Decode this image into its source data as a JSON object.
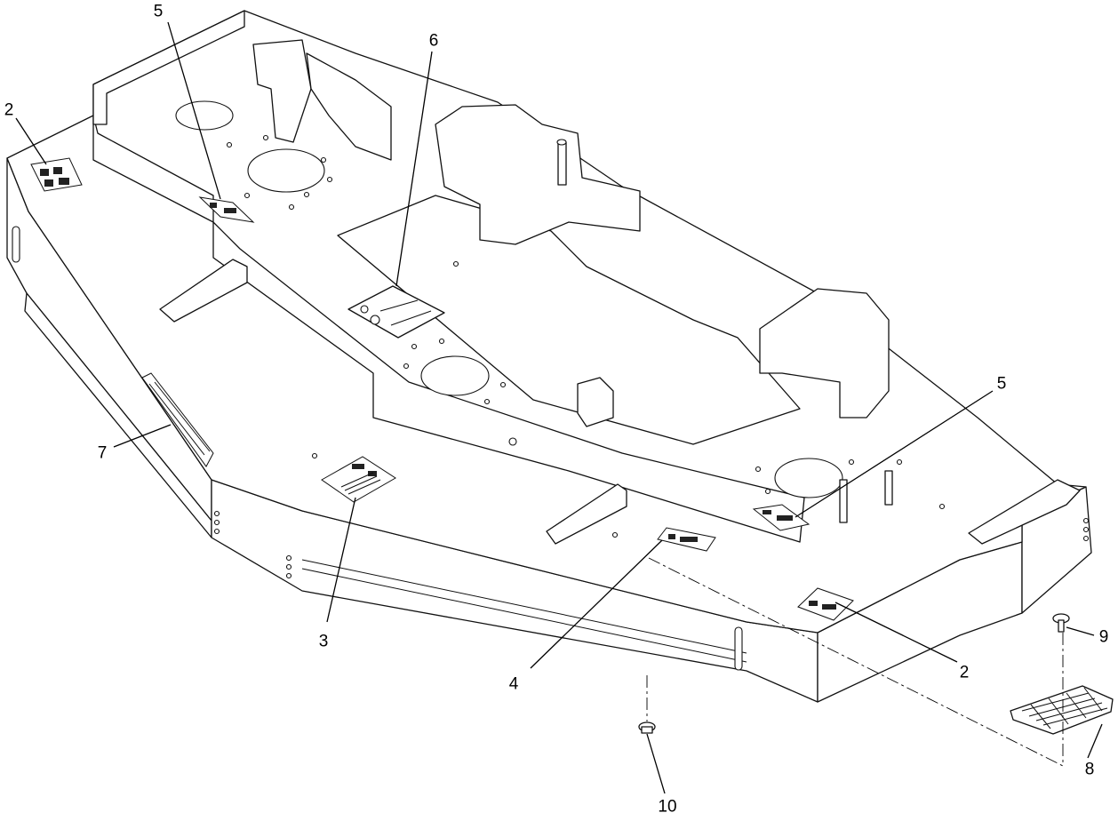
{
  "callouts": {
    "c2_left": "2",
    "c5_top": "5",
    "c6": "6",
    "c5_right": "5",
    "c7": "7",
    "c3": "3",
    "c4": "4",
    "c2_right": "2",
    "c9": "9",
    "c8": "8",
    "c10": "10"
  }
}
